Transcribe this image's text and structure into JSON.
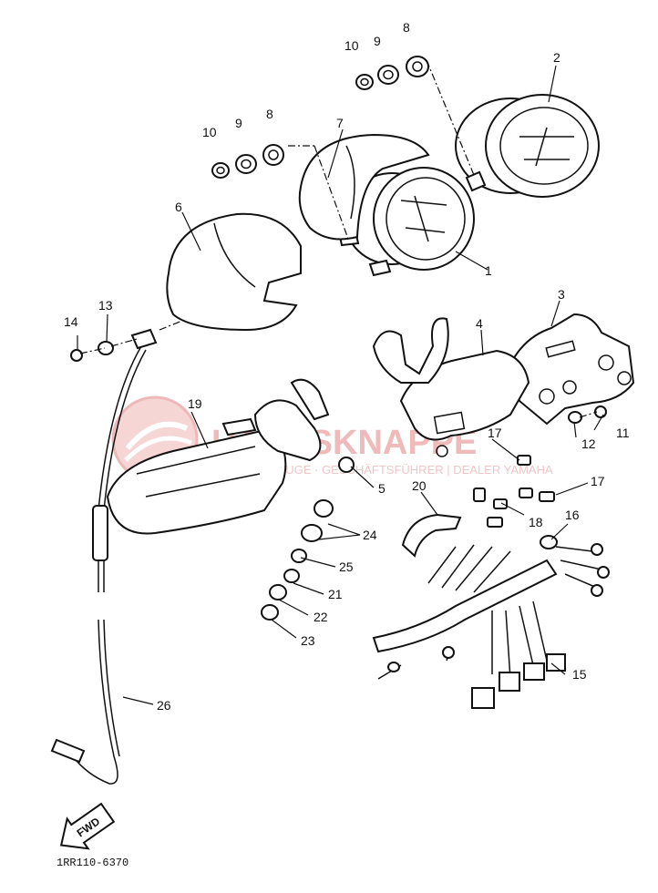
{
  "watermark": {
    "name": "HANSSKNAPPE",
    "tagline": "FAHRZEUGE · GESCHÄFTSFÜHRER | DEALER YAMAHA"
  },
  "arrow_label": "FWD",
  "diagram_code": "1RR110-6370",
  "callouts": {
    "c1": "1",
    "c2": "2",
    "c3": "3",
    "c4": "4",
    "c5": "5",
    "c6": "6",
    "c7": "7",
    "c8a": "8",
    "c9a": "9",
    "c10a": "10",
    "c8b": "8",
    "c9b": "9",
    "c10b": "10",
    "c11": "11",
    "c12": "12",
    "c13": "13",
    "c14": "14",
    "c15": "15",
    "c16": "16",
    "c17a": "17",
    "c17b": "17",
    "c18": "18",
    "c19": "19",
    "c20": "20",
    "c21": "21",
    "c22": "22",
    "c23": "23",
    "c24": "24",
    "c25": "25",
    "c26": "26"
  }
}
